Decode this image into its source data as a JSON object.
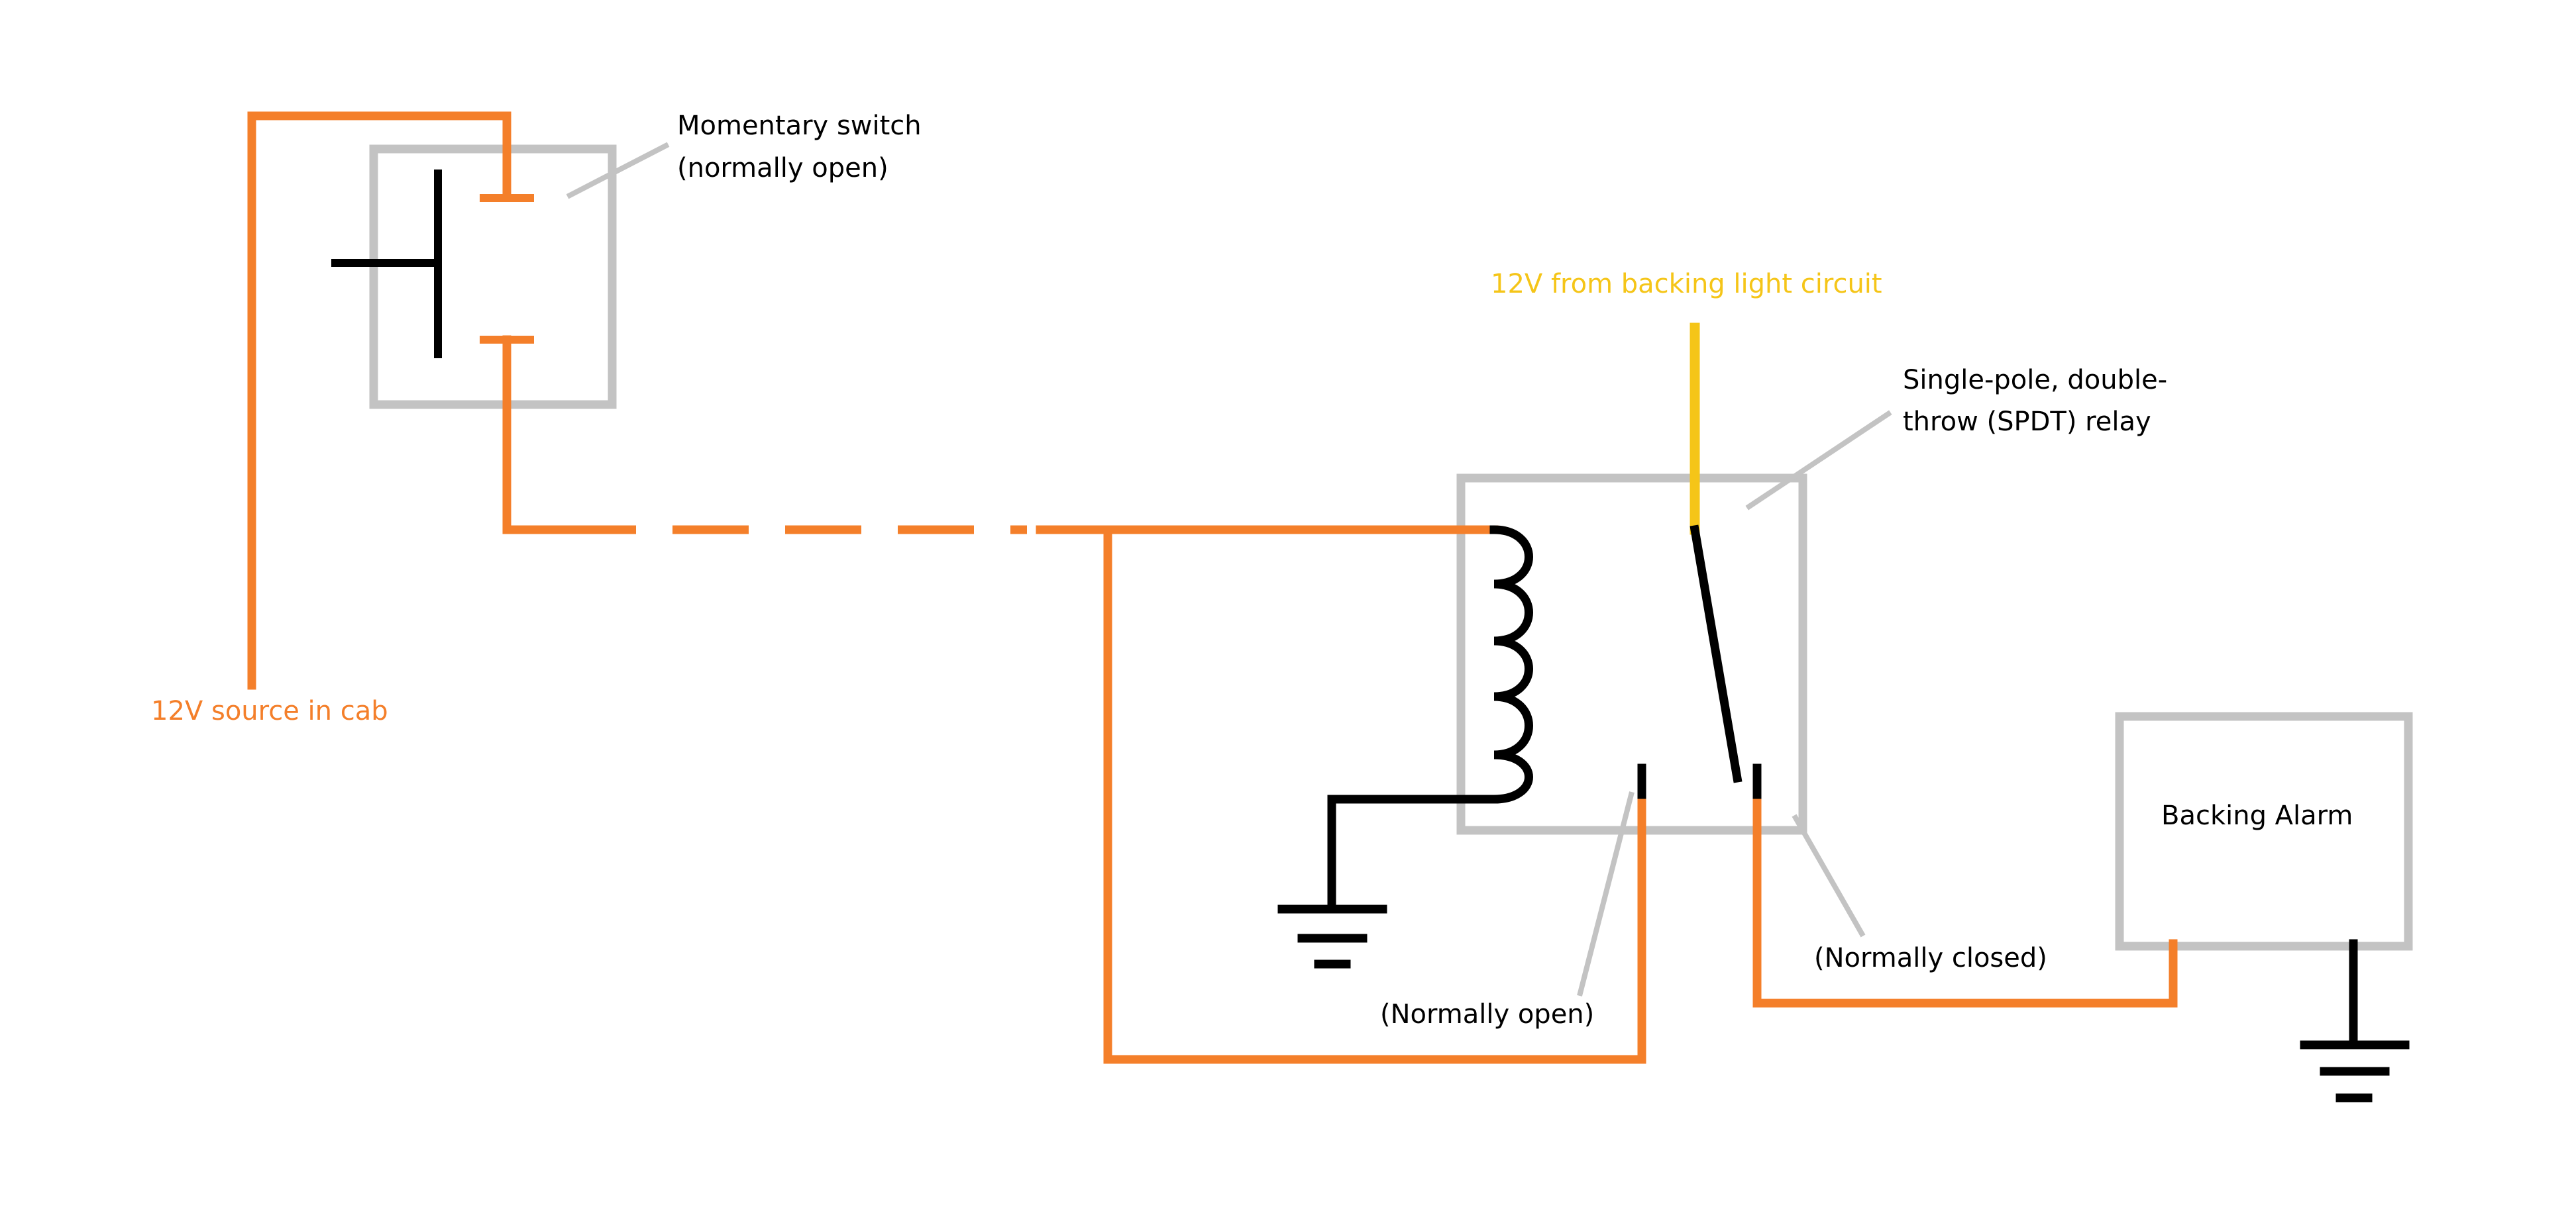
{
  "colors": {
    "wire_orange": "#f47f2a",
    "wire_yellow": "#f5c518",
    "wire_black": "#000000",
    "box_gray": "#c3c3c3",
    "background": "#ffffff"
  },
  "icons": [
    "momentary-switch-symbol",
    "relay-coil-symbol",
    "relay-contact-symbol",
    "ground-symbol"
  ],
  "labels": {
    "switch_line1": "Momentary switch",
    "switch_line2": "(normally open)",
    "backing_light": "12V from backing light circuit",
    "relay_line1": "Single-pole, double-",
    "relay_line2": "throw (SPDT) relay",
    "source_cab": "12V source in cab",
    "normally_closed": "(Normally closed)",
    "normally_open": "(Normally open)",
    "backing_alarm": "Backing Alarm"
  }
}
